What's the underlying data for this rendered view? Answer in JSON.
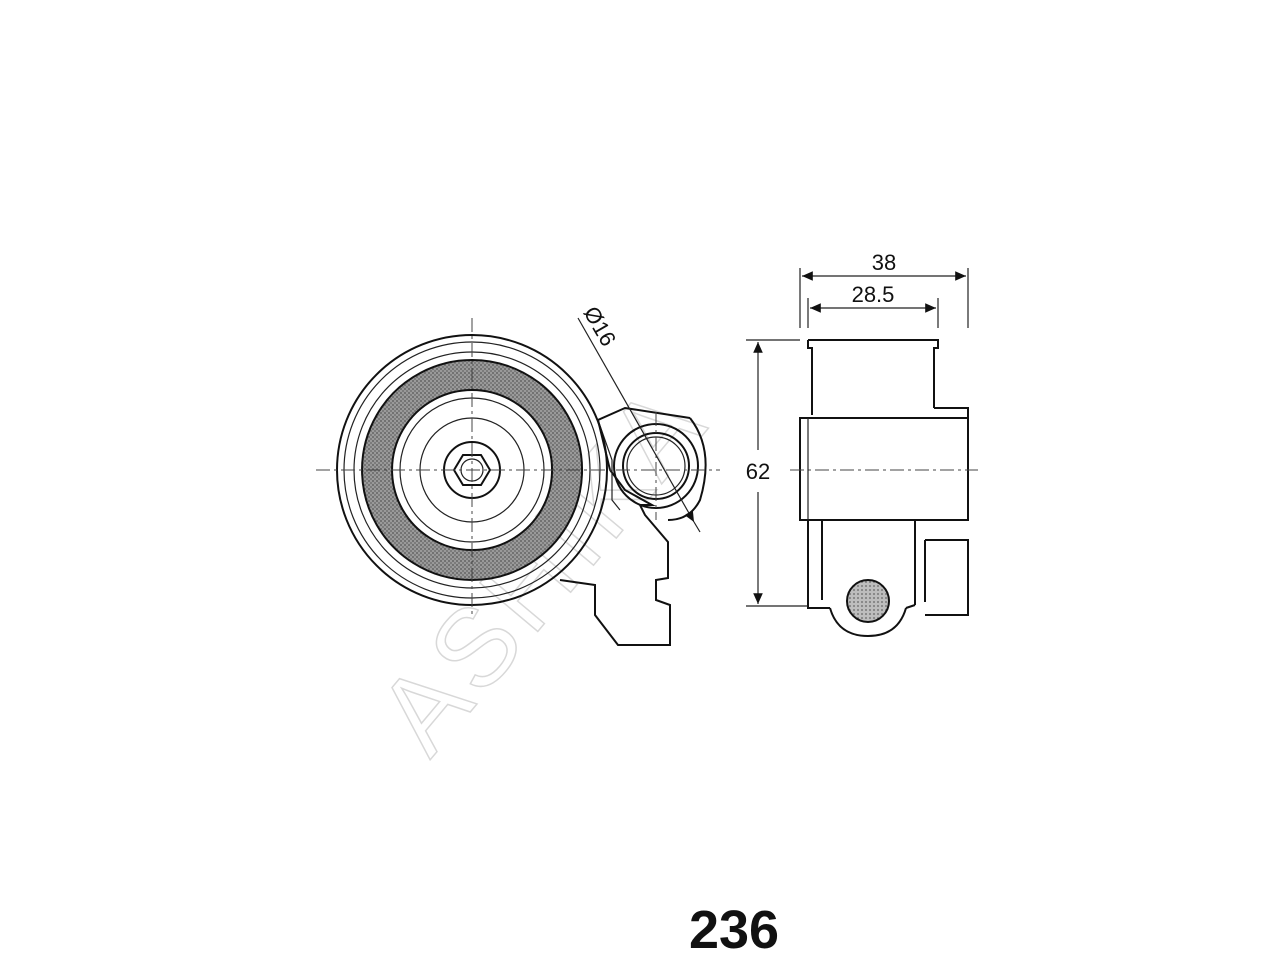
{
  "part_number": "236",
  "dimensions": {
    "bore_diameter": "Ø16",
    "overall_width": "38",
    "pulley_width": "28.5",
    "height": "62"
  },
  "watermark_text": "ASHIKA",
  "colors": {
    "line": "#111111",
    "hatch": "#777777",
    "watermark": "#d8d8d8",
    "background": "#ffffff"
  }
}
